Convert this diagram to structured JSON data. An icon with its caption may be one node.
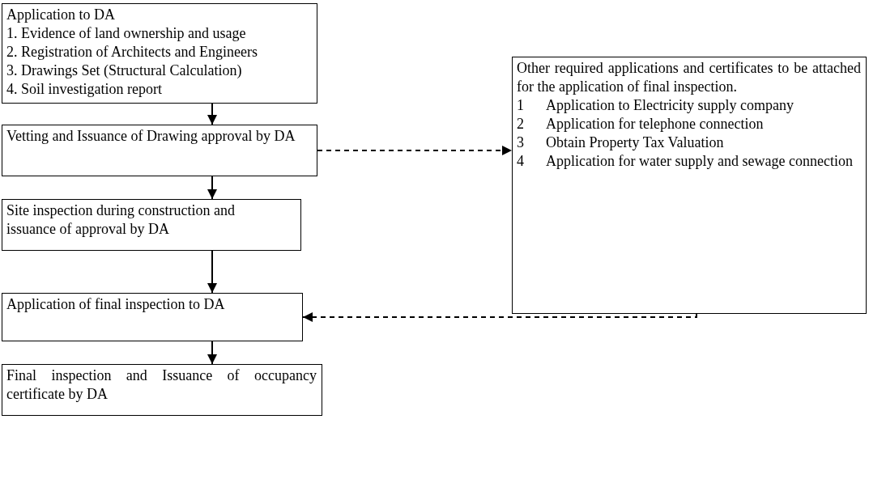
{
  "diagram": {
    "nodes": [
      {
        "text": [
          "Application to DA",
          "1. Evidence of land ownership and usage",
          "2. Registration of Architects and Engineers",
          "3. Drawings Set (Structural Calculation)",
          "4. Soil investigation report"
        ]
      },
      {
        "text": [
          "Vetting and Issuance of Drawing approval by DA"
        ]
      },
      {
        "text": [
          "Site inspection during construction and issuance of approval by DA"
        ]
      },
      {
        "text": [
          "Application of final inspection to DA"
        ]
      },
      {
        "text": [
          "Final inspection and Issuance of occupancy certificate by DA"
        ]
      },
      {
        "text": [
          "Other required applications and certificates to be attached for the application of final inspection.",
          "1",
          "Application to Electricity supply company",
          "2",
          "Application for telephone connection",
          "3",
          "Obtain Property Tax Valuation",
          "4",
          "Application for water supply and sewage connection"
        ]
      }
    ],
    "edges": [
      {
        "from": 0,
        "to": 1,
        "arrow": "to"
      },
      {
        "from": 1,
        "to": 2,
        "arrow": "to"
      },
      {
        "from": 2,
        "to": 3,
        "arrow": "to"
      },
      {
        "from": 3,
        "to": 4,
        "arrow": "to"
      },
      {
        "from": 1,
        "to": 5,
        "arrow": "to",
        "style": "dashed"
      },
      {
        "from": 5,
        "to": 3,
        "arrow": "to",
        "style": "dashed"
      }
    ]
  }
}
